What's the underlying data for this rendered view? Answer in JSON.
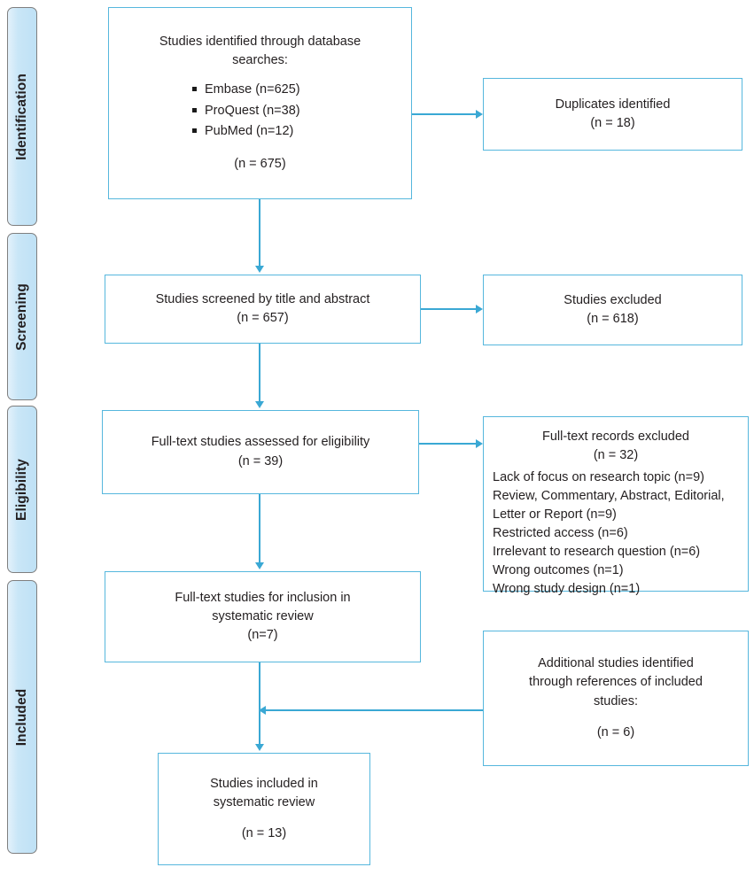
{
  "diagram": {
    "title": "PRISMA study selection flow diagram",
    "accent_border": "#56b7dd",
    "accent_arrow": "#3aa8d4",
    "phase_fill": "#c9e6f7"
  },
  "phases": [
    {
      "id": "identification",
      "label": "Identification"
    },
    {
      "id": "screening",
      "label": "Screening"
    },
    {
      "id": "eligibility",
      "label": "Eligibility"
    },
    {
      "id": "included",
      "label": "Included"
    }
  ],
  "boxes": {
    "identified": {
      "heading_line1": "Studies identified through database",
      "heading_line2": "searches:",
      "sources": [
        "Embase (n=625)",
        "ProQuest (n=38)",
        "PubMed (n=12)"
      ],
      "total": "(n = 675)"
    },
    "duplicates": {
      "line1": "Duplicates identified",
      "line2": "(n = 18)"
    },
    "screened": {
      "line1": "Studies screened by title and abstract",
      "line2": "(n = 657)"
    },
    "excluded_screening": {
      "line1": "Studies excluded",
      "line2": "(n = 618)"
    },
    "assessed": {
      "line1": "Full-text studies assessed for eligibility",
      "line2": "(n = 39)"
    },
    "excluded_fulltext": {
      "line1": "Full-text records excluded",
      "line2": "(n = 32)",
      "reasons": [
        "Lack of focus on research topic (n=9)",
        "Review, Commentary, Abstract, Editorial,",
        "Letter or Report (n=9)",
        "Restricted access (n=6)",
        "Irrelevant to research question (n=6)",
        "Wrong outcomes (n=1)",
        "Wrong study design (n=1)"
      ]
    },
    "inclusion": {
      "line1": "Full-text studies for inclusion in",
      "line2": "systematic review",
      "line3": "(n=7)"
    },
    "additional": {
      "line1": "Additional studies identified",
      "line2": "through references of included",
      "line3": "studies:",
      "line4": "(n = 6)"
    },
    "included_final": {
      "line1": "Studies included in",
      "line2": "systematic review",
      "line3": "(n = 13)"
    }
  }
}
